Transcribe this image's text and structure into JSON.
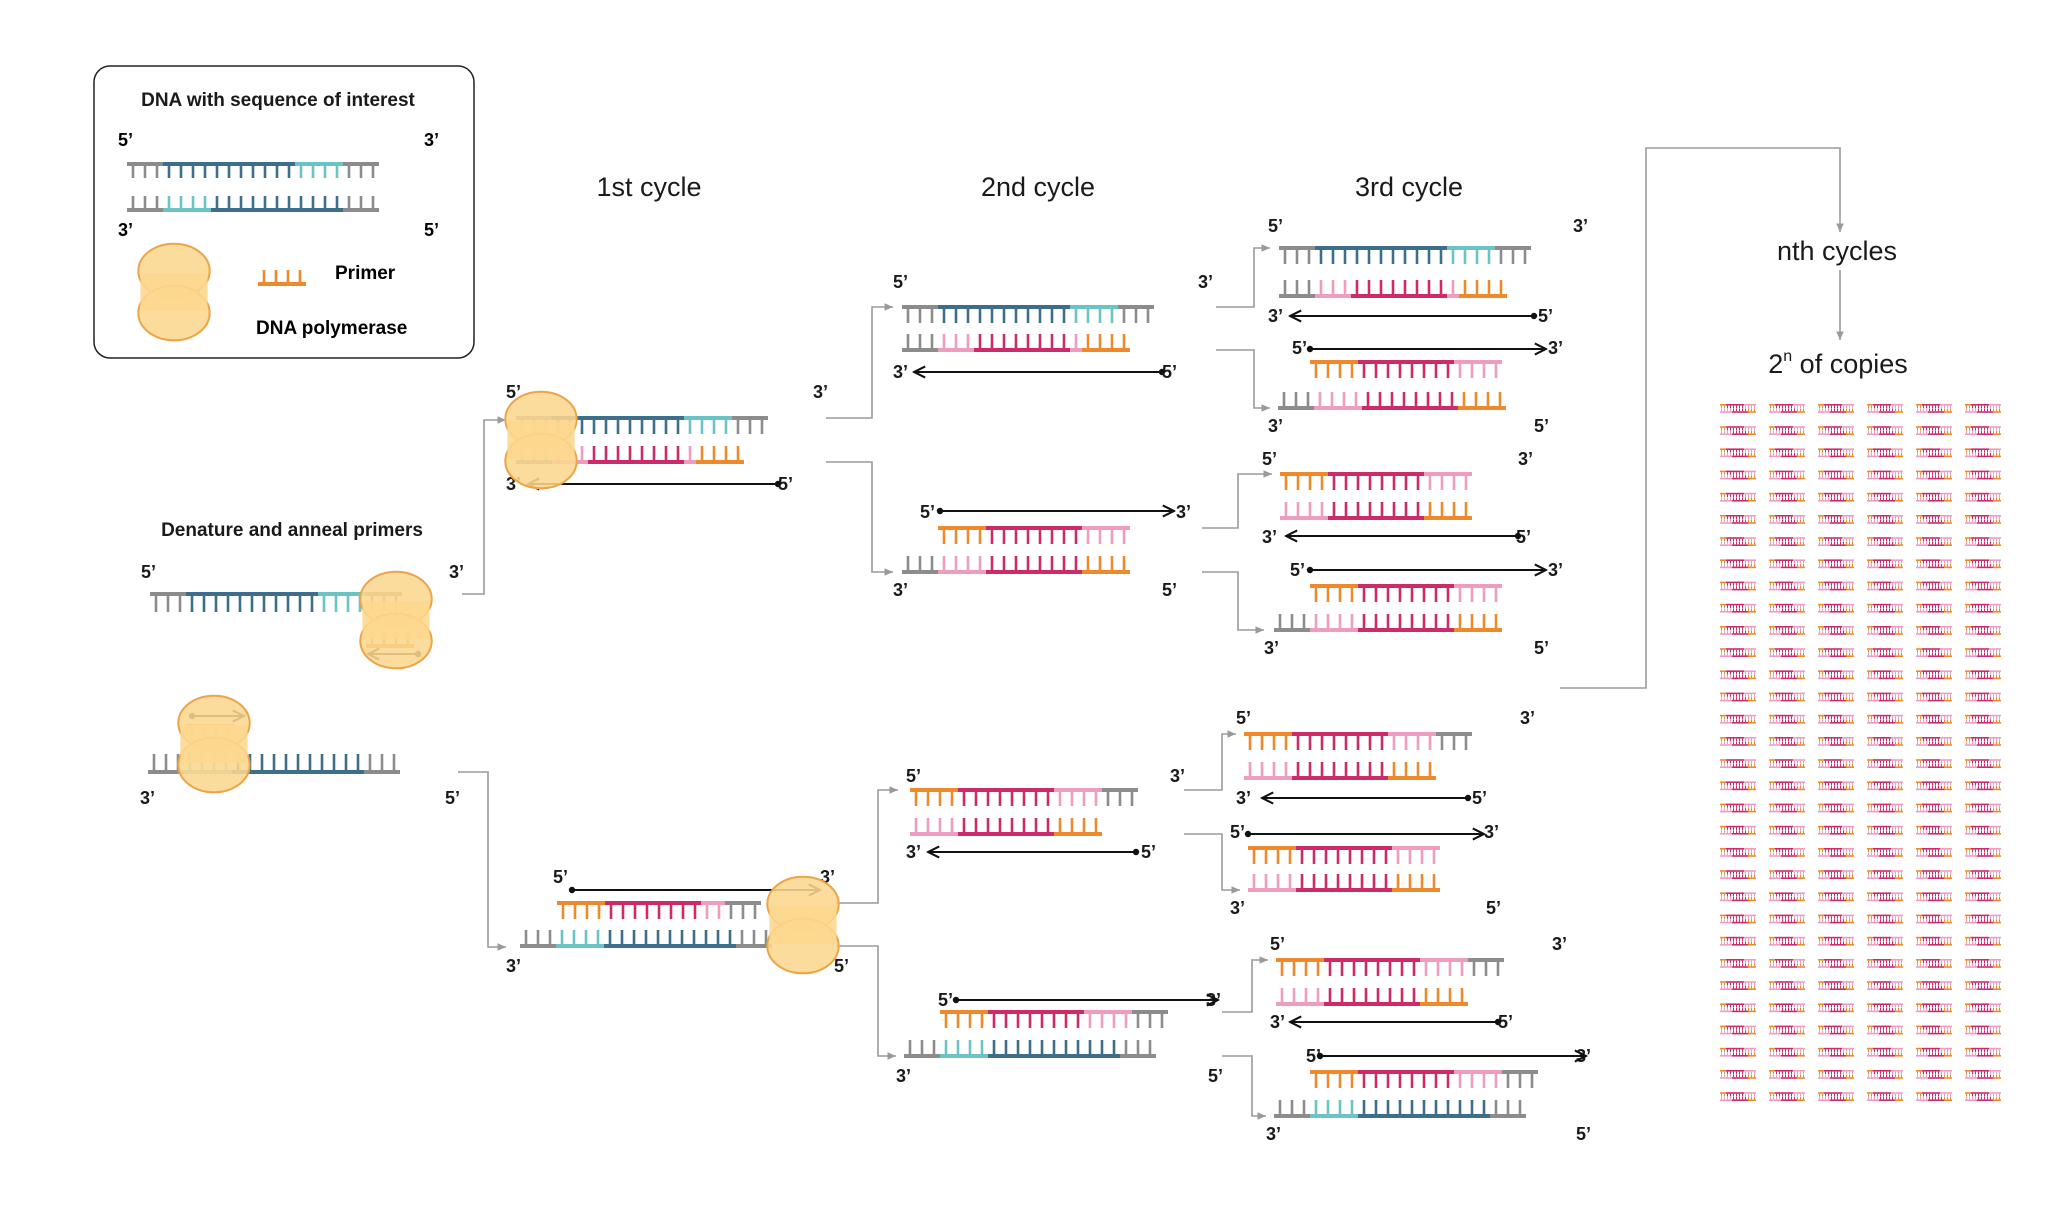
{
  "legend": {
    "title": "DNA with sequence of interest",
    "five_prime": "5’",
    "three_prime": "3’",
    "primer_label": "Primer",
    "polymerase_label": "DNA polymerase"
  },
  "headers": {
    "cycle1": "1st cycle",
    "cycle2": "2nd cycle",
    "cycle3": "3rd cycle",
    "nth": "nth cycles",
    "copies_base": "2",
    "copies_sup": "n",
    "copies_rest": " of copies"
  },
  "denature_label": "Denature and anneal primers",
  "end_labels": {
    "five": "5’",
    "three": "3’"
  },
  "colors": {
    "gray": "#8c8c8c",
    "blue": "#3d6e8c",
    "teal": "#6cc3c3",
    "orange": "#ee8a2c",
    "pink": "#ee9cc0",
    "magenta": "#cd2a6a",
    "polymerase_fill": "#fcd78e",
    "polymerase_stroke": "#eba548",
    "connector": "#9a9a9a",
    "label": "#1a1a1a"
  },
  "copies_grid": {
    "columns": 6,
    "rows": 32
  }
}
